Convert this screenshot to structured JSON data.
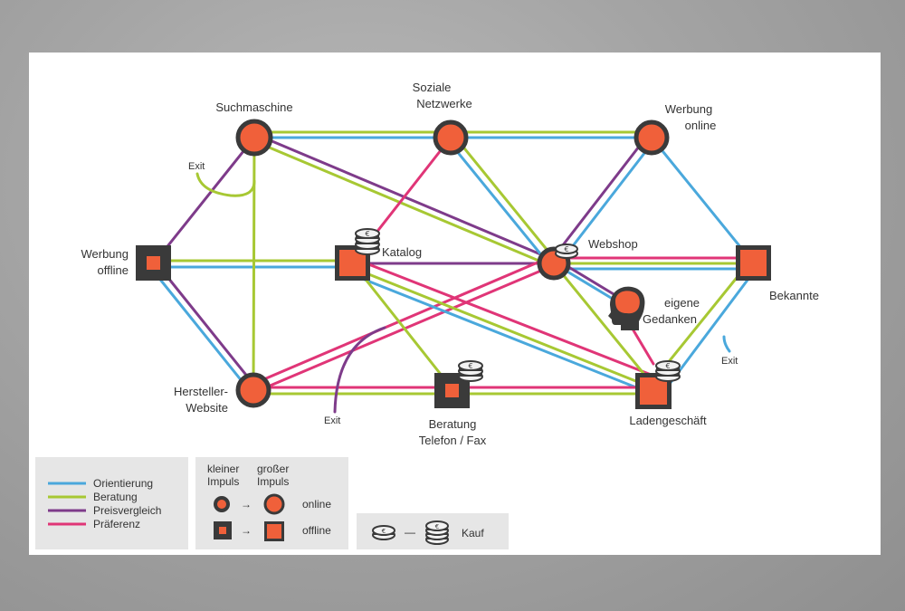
{
  "colors": {
    "orientierung": "#4aa8dc",
    "beratung": "#a7c833",
    "preisvergleich": "#7e3b8a",
    "praeferenz": "#e03577",
    "node_fill": "#f0603a",
    "node_border": "#3a3a3a"
  },
  "nodes": {
    "suchmaschine": "Suchmaschine",
    "soziale_1": "Soziale",
    "soziale_2": "Netzwerke",
    "werbung_online_1": "Werbung",
    "werbung_online_2": "online",
    "werbung_offline_1": "Werbung",
    "werbung_offline_2": "offline",
    "katalog": "Katalog",
    "webshop": "Webshop",
    "bekannte": "Bekannte",
    "eigene_1": "eigene",
    "eigene_2": "Gedanken",
    "hersteller_1": "Hersteller-",
    "hersteller_2": "Website",
    "beratung_1": "Beratung",
    "beratung_2": "Telefon / Fax",
    "ladengeschaeft": "Ladengeschäft"
  },
  "exits": [
    "Exit",
    "Exit",
    "Exit"
  ],
  "legend": {
    "lines": [
      "Orientierung",
      "Beratung",
      "Preisvergleich",
      "Präferenz"
    ],
    "impulse": {
      "small_1": "kleiner",
      "small_2": "Impuls",
      "large_1": "großer",
      "large_2": "Impuls",
      "arrow": "→",
      "online": "online",
      "offline": "offline"
    },
    "kauf": {
      "dash": "—",
      "label": "Kauf"
    }
  }
}
